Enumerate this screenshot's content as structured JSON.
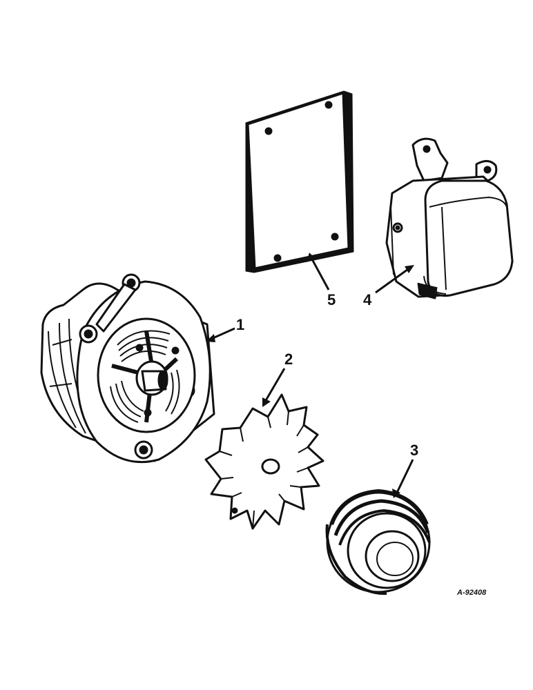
{
  "callouts": {
    "part1": "1",
    "part2": "2",
    "part3": "3",
    "part4": "4",
    "part5": "5"
  },
  "drawing_id": "A-92408",
  "colors": {
    "ink": "#111111",
    "paper": "#ffffff"
  },
  "parts": [
    {
      "number": "1",
      "icon": "alternator-icon"
    },
    {
      "number": "2",
      "icon": "fan-icon"
    },
    {
      "number": "3",
      "icon": "pulley-icon"
    },
    {
      "number": "4",
      "icon": "voltage-regulator-icon"
    },
    {
      "number": "5",
      "icon": "gasket-plate-icon"
    }
  ]
}
